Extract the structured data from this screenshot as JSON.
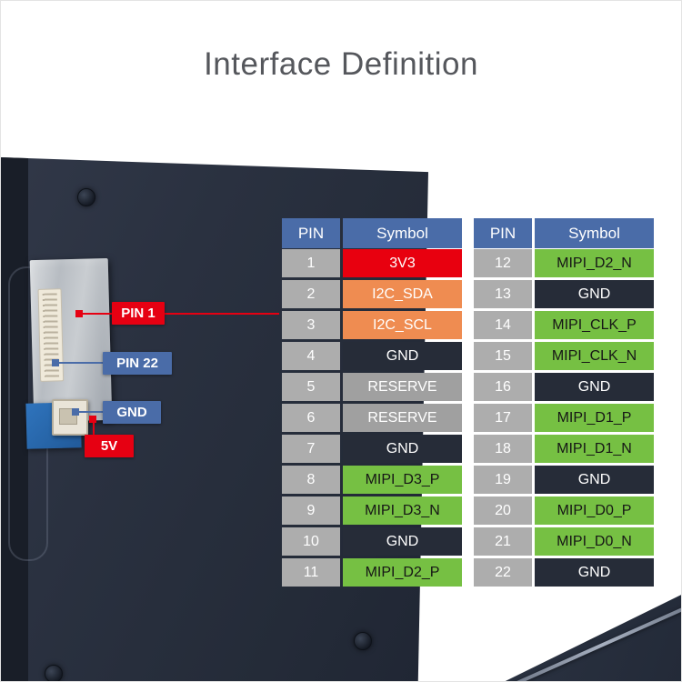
{
  "title": "Interface Definition",
  "photo": {
    "labels": {
      "pin1": "PIN 1",
      "pin22": "PIN 22",
      "gnd": "GND",
      "v5": "5V"
    }
  },
  "palette": {
    "header_blue": "#4a6ca8",
    "pin_column_gray": "#adadad",
    "power_red": "#e8000f",
    "i2c_orange": "#ef8c51",
    "gnd_navy": "#262c38",
    "reserve_gray": "#a0a0a0",
    "mipi_green": "#76c043",
    "callout_red": "#e60012",
    "callout_blue": "#4a6ca8"
  },
  "tables": [
    {
      "headers": [
        "PIN",
        "Symbol"
      ],
      "rows": [
        {
          "pin": "1",
          "symbol": "3V3",
          "type": "power"
        },
        {
          "pin": "2",
          "symbol": "I2C_SDA",
          "type": "i2c"
        },
        {
          "pin": "3",
          "symbol": "I2C_SCL",
          "type": "i2c"
        },
        {
          "pin": "4",
          "symbol": "GND",
          "type": "gnd"
        },
        {
          "pin": "5",
          "symbol": "RESERVE",
          "type": "reserve"
        },
        {
          "pin": "6",
          "symbol": "RESERVE",
          "type": "reserve"
        },
        {
          "pin": "7",
          "symbol": "GND",
          "type": "gnd"
        },
        {
          "pin": "8",
          "symbol": "MIPI_D3_P",
          "type": "mipi"
        },
        {
          "pin": "9",
          "symbol": "MIPI_D3_N",
          "type": "mipi"
        },
        {
          "pin": "10",
          "symbol": "GND",
          "type": "gnd"
        },
        {
          "pin": "11",
          "symbol": "MIPI_D2_P",
          "type": "mipi"
        }
      ]
    },
    {
      "headers": [
        "PIN",
        "Symbol"
      ],
      "rows": [
        {
          "pin": "12",
          "symbol": "MIPI_D2_N",
          "type": "mipi"
        },
        {
          "pin": "13",
          "symbol": "GND",
          "type": "gnd"
        },
        {
          "pin": "14",
          "symbol": "MIPI_CLK_P",
          "type": "mipi"
        },
        {
          "pin": "15",
          "symbol": "MIPI_CLK_N",
          "type": "mipi"
        },
        {
          "pin": "16",
          "symbol": "GND",
          "type": "gnd"
        },
        {
          "pin": "17",
          "symbol": "MIPI_D1_P",
          "type": "mipi"
        },
        {
          "pin": "18",
          "symbol": "MIPI_D1_N",
          "type": "mipi"
        },
        {
          "pin": "19",
          "symbol": "GND",
          "type": "gnd"
        },
        {
          "pin": "20",
          "symbol": "MIPI_D0_P",
          "type": "mipi"
        },
        {
          "pin": "21",
          "symbol": "MIPI_D0_N",
          "type": "mipi"
        },
        {
          "pin": "22",
          "symbol": "GND",
          "type": "gnd"
        }
      ]
    }
  ]
}
